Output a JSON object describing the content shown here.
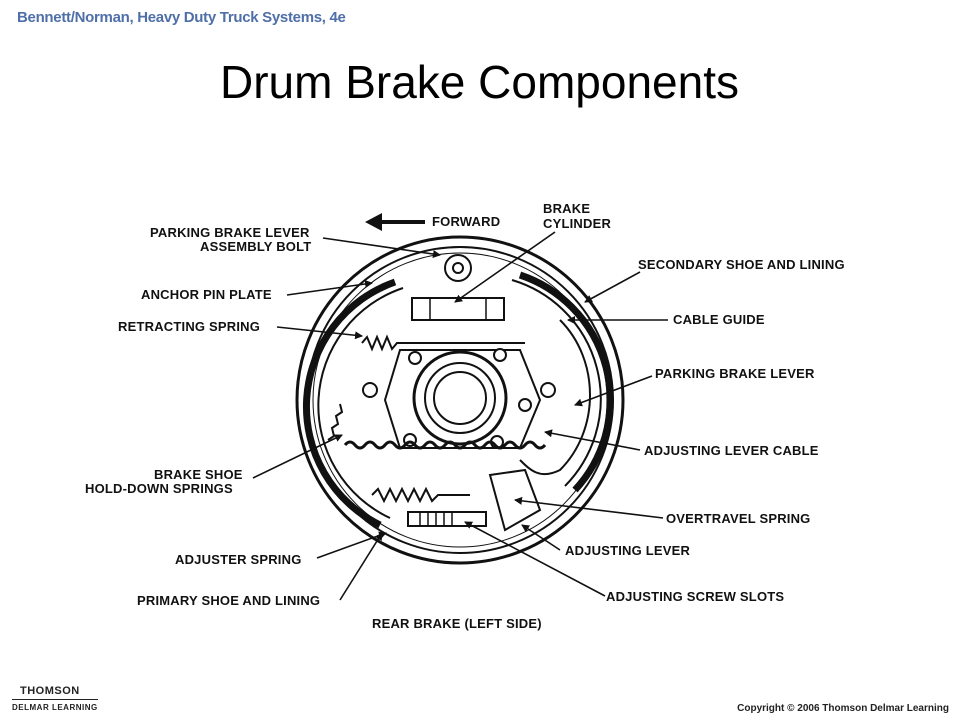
{
  "header": {
    "book": "Bennett/Norman, Heavy Duty Truck Systems, 4e"
  },
  "slide": {
    "title": "Drum Brake Components"
  },
  "diagram": {
    "forward": "FORWARD",
    "caption": "REAR BRAKE (LEFT SIDE)",
    "labels": {
      "parking_brake_lever_assembly_bolt_1": "PARKING BRAKE LEVER",
      "parking_brake_lever_assembly_bolt_2": "ASSEMBLY BOLT",
      "anchor_pin_plate": "ANCHOR PIN PLATE",
      "retracting_spring": "RETRACTING SPRING",
      "brake_shoe_hold_down_springs_1": "BRAKE SHOE",
      "brake_shoe_hold_down_springs_2": "HOLD-DOWN SPRINGS",
      "adjuster_spring": "ADJUSTER SPRING",
      "primary_shoe_and_lining": "PRIMARY SHOE AND LINING",
      "brake_cylinder_1": "BRAKE",
      "brake_cylinder_2": "CYLINDER",
      "secondary_shoe_and_lining": "SECONDARY SHOE AND LINING",
      "cable_guide": "CABLE GUIDE",
      "parking_brake_lever": "PARKING BRAKE LEVER",
      "adjusting_lever_cable": "ADJUSTING LEVER CABLE",
      "overtravel_spring": "OVERTRAVEL SPRING",
      "adjusting_lever": "ADJUSTING LEVER",
      "adjusting_screw_slots": "ADJUSTING SCREW SLOTS"
    }
  },
  "footer": {
    "logo_top": "THOMSON",
    "logo_bottom": "DELMAR LEARNING",
    "copyright": "Copyright © 2006 Thomson Delmar Learning"
  }
}
